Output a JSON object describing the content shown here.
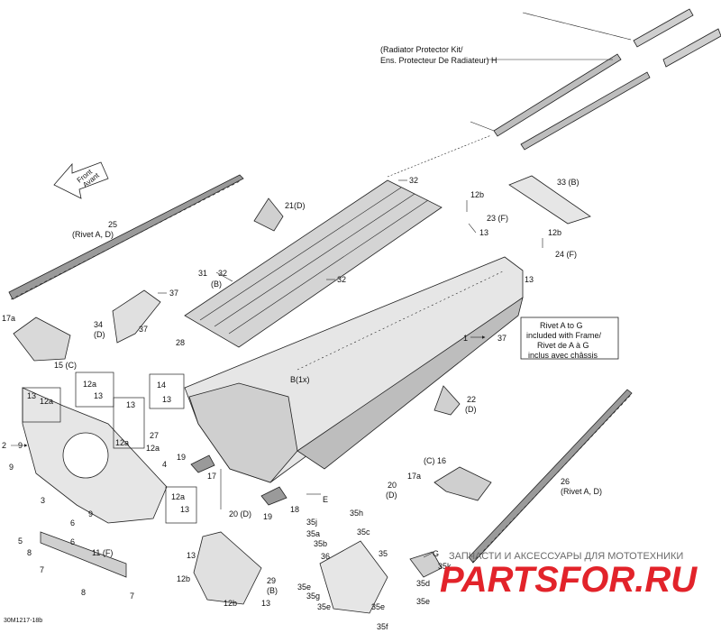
{
  "labels": {
    "radiator_kit_line1": "(Radiator Protector Kit/",
    "radiator_kit_line2": "Ens. Protecteur De Radiateur)  H",
    "front_line1": "Front",
    "front_line2": "Avant",
    "p25": "25",
    "rivet_ad_1": "(Rivet A, D)",
    "p32_top": "32",
    "p12b_a": "12b",
    "p23": "23 (F)",
    "p13_a": "13",
    "p33": "33 (B)",
    "p12b_b": "12b",
    "p24": "24 (F)",
    "p13_b": "13",
    "p21": "21(D)",
    "p31": "31",
    "p32_mid": "32",
    "p32_b": "(B)",
    "p32_right": "32",
    "p37_a": "37",
    "p34": "34",
    "p34_d": "(D)",
    "p37_b": "37",
    "p28": "28",
    "p17a_left": "17a",
    "p15": "15 (C)",
    "rivet_box_1": "Rivet A to G",
    "rivet_box_2": "included with Frame/",
    "rivet_box_3": "Rivet de A à G",
    "rivet_box_4": "inclus avec châssis",
    "p1_37": "1",
    "p37_c": "37",
    "b1x": "B(1x)",
    "p13_c": "13",
    "p12a_c": "12a",
    "p12a_d": "12a",
    "p13_d": "13",
    "p13_e": "13",
    "p14": "14",
    "p13_f": "13",
    "p12a_e": "12a",
    "p12a_f": "12a",
    "p22": "22",
    "p22_d": "(D)",
    "p2_9": "2",
    "p9_c": "9",
    "p9_a": "9",
    "p27": "27",
    "p4": "4",
    "p19_a": "19",
    "p17": "17",
    "p3": "3",
    "p6_a": "6",
    "p9_b": "9",
    "p12a_g": "12a",
    "p13_g": "13",
    "p19_b": "19",
    "p18": "18",
    "p20_a": "20 (D)",
    "p20_b": "20",
    "p20_b_d": "(D)",
    "pE": "E",
    "p16": "(C) 16",
    "p17a_right": "17a",
    "p26": "26",
    "rivet_ad_2": "(Rivet A, D)",
    "p5": "5",
    "p8_a": "8",
    "p6_b": "6",
    "p11": "11 (F)",
    "p7_a": "7",
    "p8_b": "8",
    "p7_b": "7",
    "p13_h": "13",
    "p12b_c": "12b",
    "p29": "29",
    "p29_b": "(B)",
    "p12b_d": "12b",
    "p13_i": "13",
    "p35h": "35h",
    "p35j": "35j",
    "p35a": "35a",
    "p35c": "35c",
    "p35b": "35b",
    "p35": "35",
    "pG": "G",
    "p35k": "35k",
    "p36": "36",
    "p35e_a": "35e",
    "p35g": "35g",
    "p35d": "35d",
    "p35e_b": "35e",
    "p35e_c": "35e",
    "p35e_d": "35e",
    "p35f": "35f",
    "ref_code": "30M1217-18b"
  },
  "watermark": {
    "text": "ЗАПЧАСТИ И АКСЕССУАРЫ ДЛЯ МОТОТЕХНИКИ",
    "logo": "PARTSFOR.RU"
  },
  "colors": {
    "line": "#222222",
    "part_fill": "#d9d9d9",
    "part_dark": "#9a9a9a",
    "watermark_red": "#e2232a",
    "watermark_gray": "#6a6a6a"
  }
}
